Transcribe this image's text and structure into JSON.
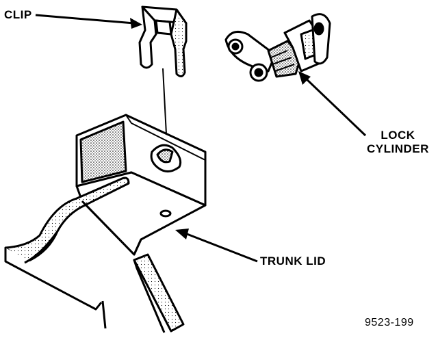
{
  "labels": {
    "clip": "CLIP",
    "lock_line1": "LOCK",
    "lock_line2": "CYLINDER",
    "trunk_lid": "TRUNK LID",
    "figure_number": "9523-199"
  },
  "colors": {
    "ink": "#000000",
    "paper": "#ffffff",
    "shade": "#bdbdbd"
  }
}
